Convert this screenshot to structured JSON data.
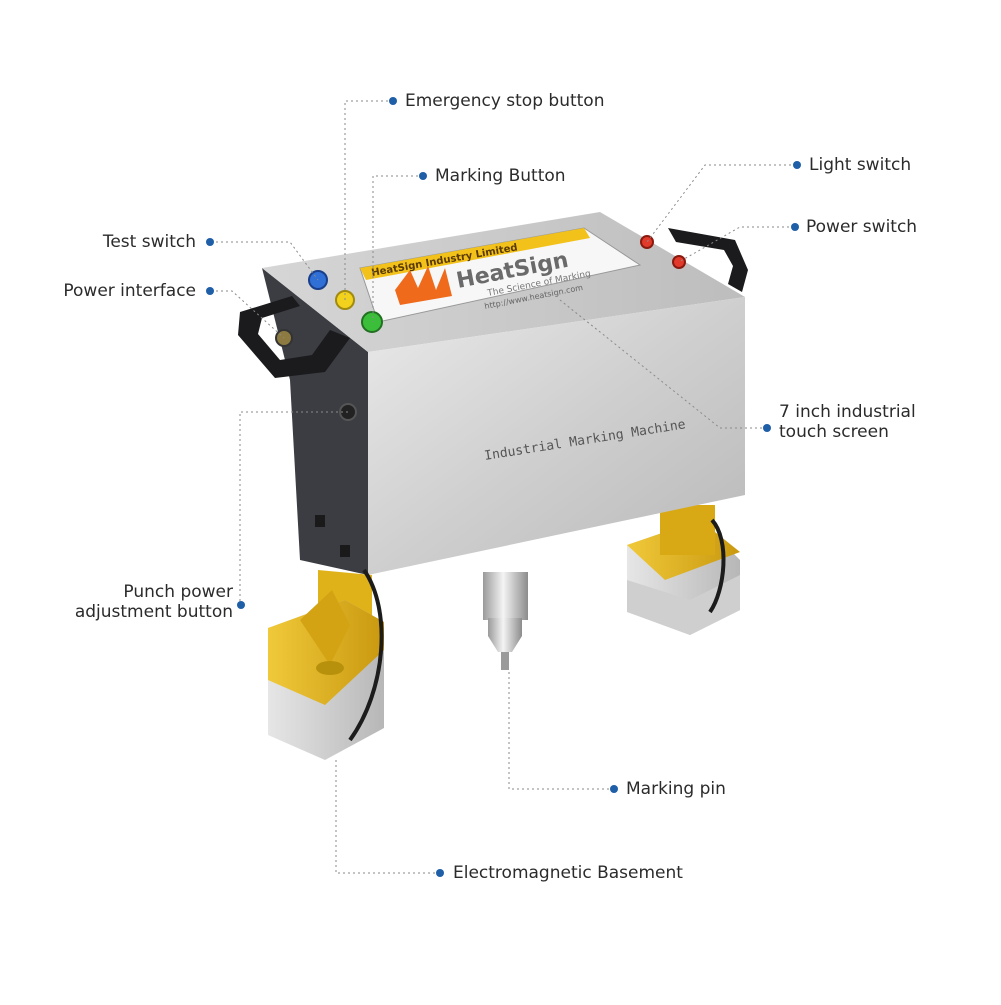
{
  "labels": {
    "emergency_stop": "Emergency stop button",
    "marking_button": "Marking Button",
    "light_switch": "Light switch",
    "power_switch": "Power switch",
    "test_switch": "Test switch",
    "power_interface": "Power interface",
    "touch_screen_line1": "7 inch industrial",
    "touch_screen_line2": "touch screen",
    "punch_power_line1": "Punch power",
    "punch_power_line2": "adjustment button",
    "marking_pin": "Marking pin",
    "basement": "Electromagnetic Basement"
  },
  "machine": {
    "front_text": "Industrial Marking Machine",
    "screen_banner": "HeatSign Industry Limited",
    "brand": "HeatSign",
    "tagline": "The Science of Marking",
    "url": "http://www.heatsign.com"
  },
  "colors": {
    "dot": "#1f5fa8",
    "leader": "#8a8a8a",
    "steel": "#c9c9c9",
    "yellow": "#e0b21a",
    "banner": "#f2c21b",
    "blue_button": "#2f6fd6",
    "yellow_button": "#f3d21d",
    "green_button": "#3bbf3b",
    "red_button": "#e23a2a"
  }
}
